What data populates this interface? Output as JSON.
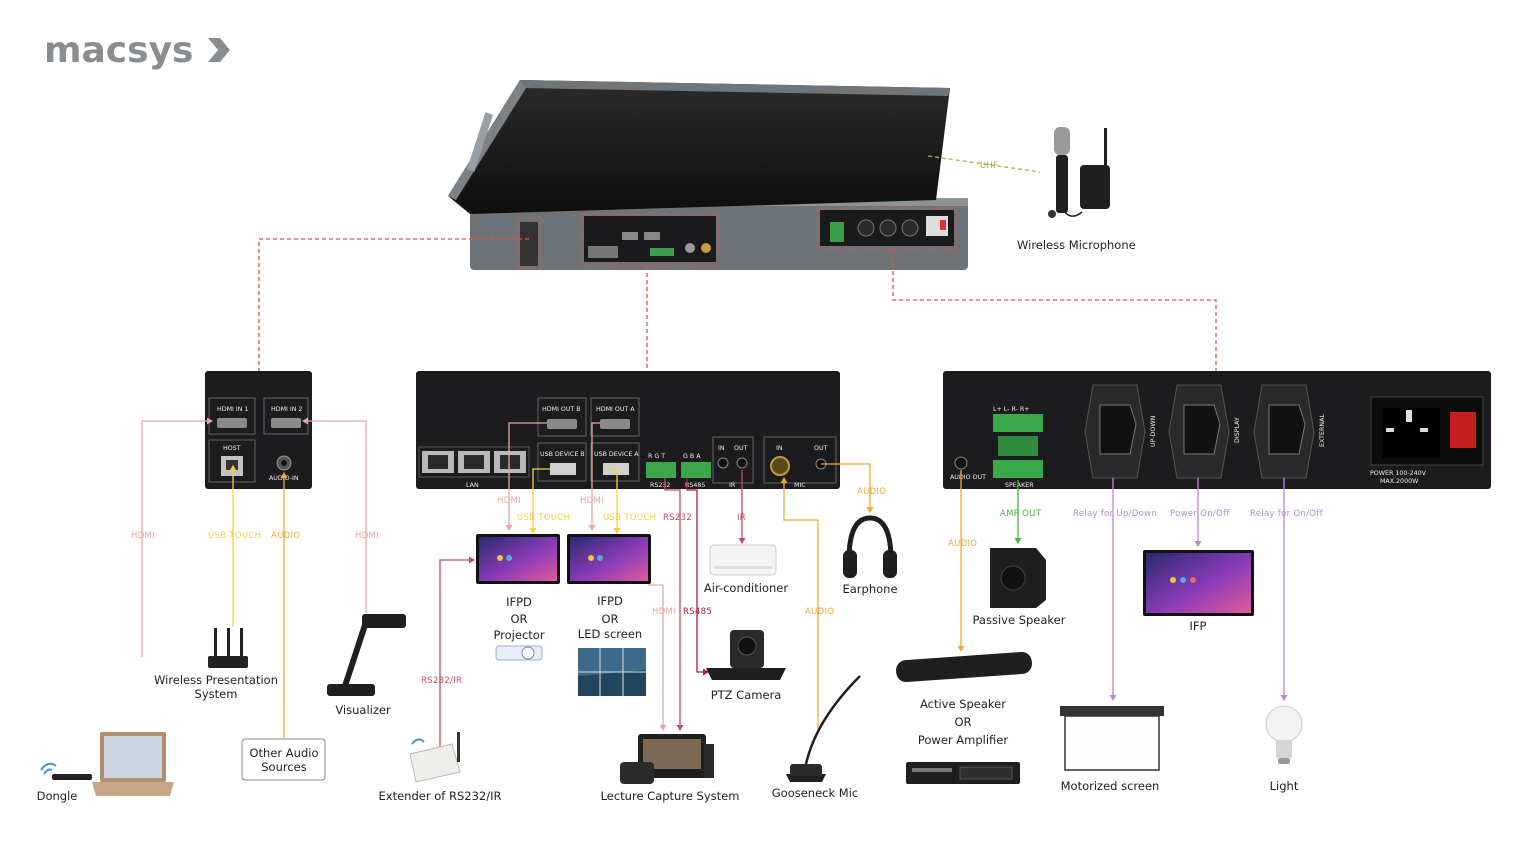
{
  "brand": {
    "logo_text": "macsys"
  },
  "colors": {
    "hdmi": "#e8a6a6",
    "hdmi_dark": "#e06c6c",
    "usb": "#f2cf45",
    "audio": "#f0a938",
    "rs": "#c9485b",
    "rs_dark": "#a9203a",
    "speaker": "#44b444",
    "relay": "#b58ad4",
    "uhf": "#a9b253",
    "panel": "#1c1c1e"
  },
  "wire_labels": {
    "uhf": "UHF",
    "hdmi": "HDMI",
    "usb_touch": "USB TOUCH",
    "audio": "AUDIO",
    "rs232": "RS232",
    "ir": "IR",
    "rs485": "RS485",
    "rs232_ir": "RS232/IR",
    "amp_out": "AMP OUT",
    "relay_updown": "Relay for Up/Down",
    "power_onoff": "Power On/Off",
    "relay_onoff": "Relay for On/Off"
  },
  "panel_left": {
    "hdmi_in1": "HDMI IN 1",
    "hdmi_in2": "HDMI IN 2",
    "host": "HOST",
    "audio_in": "AUDIO-IN"
  },
  "panel_center": {
    "lan": "LAN",
    "hdmi_out_b": "HDMI OUT B",
    "hdmi_out_a": "HDMI OUT A",
    "usb_device_b": "USB DEVICE B",
    "usb_device_a": "USB DEVICE A",
    "rgt": "R  G  T",
    "gba": "G  B  A",
    "rs232": "RS232",
    "rs485": "RS485",
    "in": "IN",
    "out": "OUT",
    "ir": "IR",
    "mic": "MIC"
  },
  "panel_right": {
    "audio_out": "AUDIO OUT",
    "speaker_pins": "L+  L-  R-  R+",
    "speaker": "SPEAKER",
    "up_down": "UP-DOWN",
    "display": "DISPLAY",
    "external": "EXTERNAL",
    "power_rating": "POWER 100-240V",
    "power_max": "MAX.2000W"
  },
  "devices": {
    "wireless_microphone": "Wireless Microphone",
    "wireless_presentation": [
      "Wireless Presentation",
      "System"
    ],
    "visualizer": "Visualizer",
    "other_audio": [
      "Other Audio",
      "Sources"
    ],
    "dongle": "Dongle",
    "extender": "Extender of RS232/IR",
    "ifpd_projector": [
      "IFPD",
      "OR",
      "Projector"
    ],
    "ifpd_led": [
      "IFPD",
      "OR",
      "LED screen"
    ],
    "air_conditioner": "Air-conditioner",
    "earphone": "Earphone",
    "ptz_camera": "PTZ Camera",
    "lecture_capture": "Lecture Capture System",
    "gooseneck_mic": "Gooseneck Mic",
    "passive_speaker": "Passive Speaker",
    "ifp": "IFP",
    "active_speaker": [
      "Active Speaker",
      "OR",
      "Power Amplifier"
    ],
    "motorized_screen": "Motorized screen",
    "light": "Light"
  }
}
